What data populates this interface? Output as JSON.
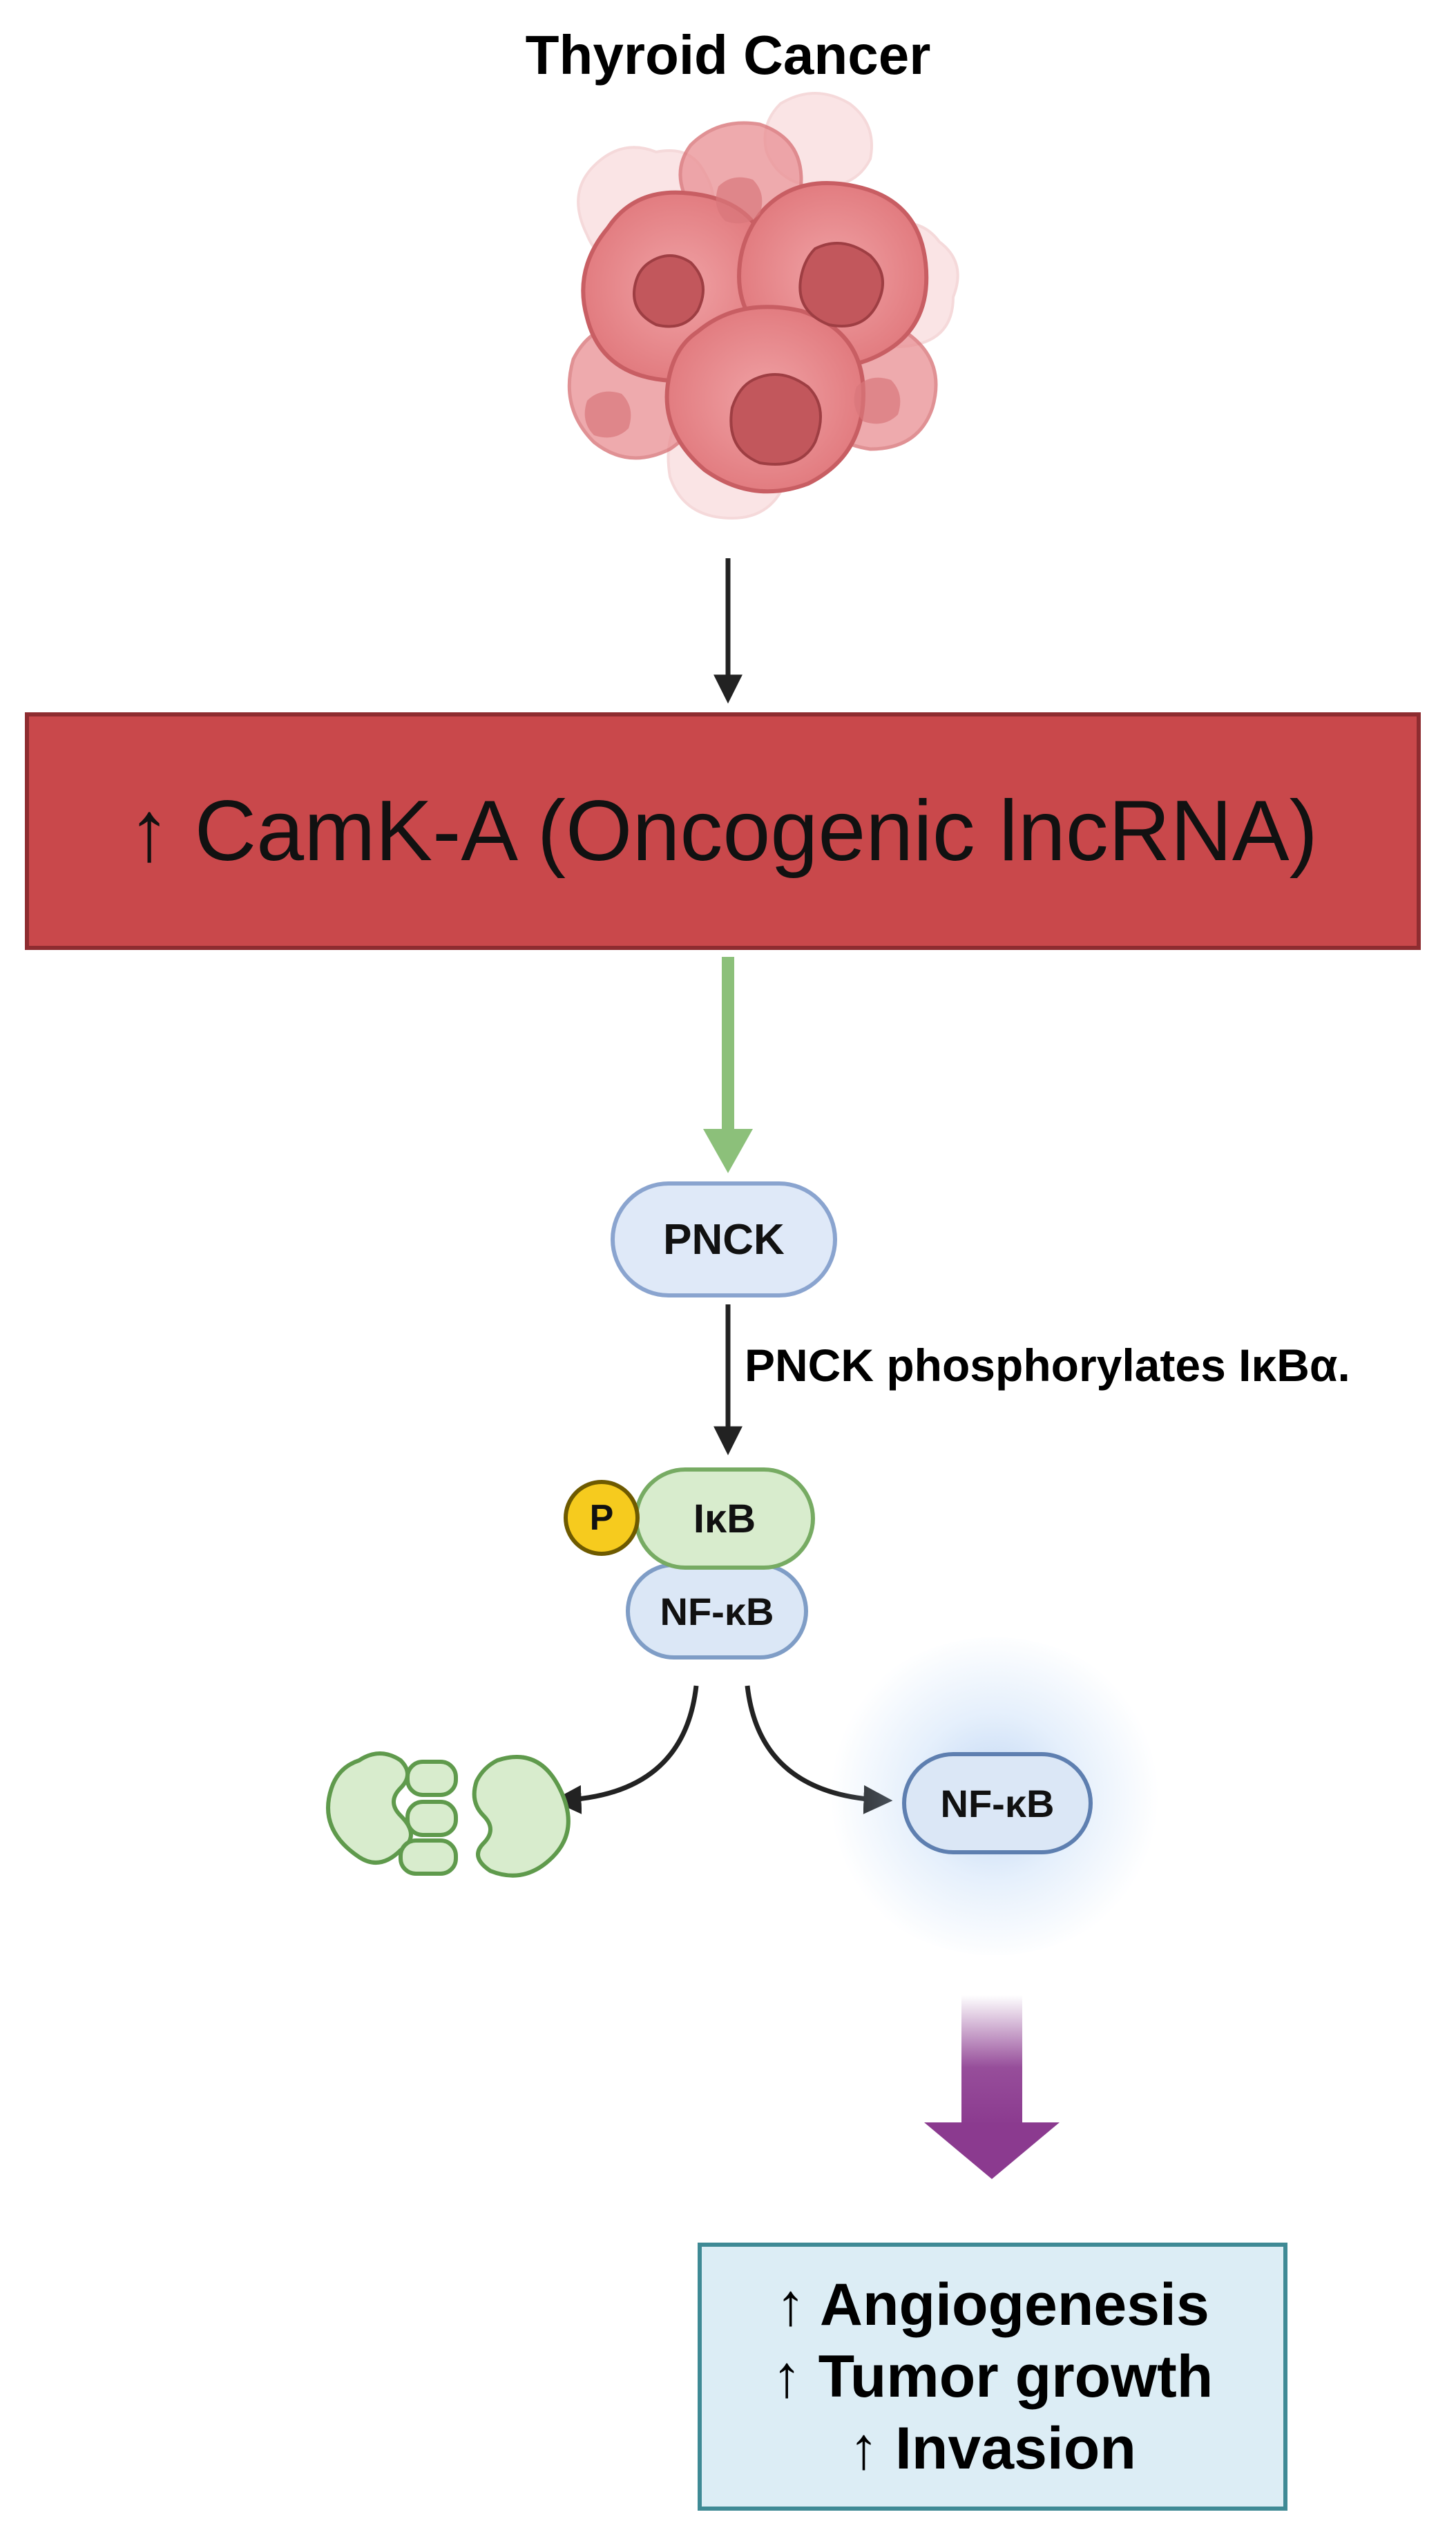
{
  "diagram": {
    "title": "Thyroid Cancer",
    "camk_box": "↑ CamK-A (Oncogenic lncRNA)",
    "pnck_node": "PNCK",
    "phosphorylation_label": "PNCK phosphorylates IκBα.",
    "phospho_badge": "P",
    "ikb_node": "IκB",
    "nfkb_complex_node": "NF-κB",
    "nfkb_free_node": "NF-κB",
    "outcomes": [
      "↑ Angiogenesis",
      "↑ Tumor growth",
      "↑ Invasion"
    ],
    "colors": {
      "camk_fill": "#c9484b",
      "camk_border": "#8e2c30",
      "activation_arrow": "#8cc07a",
      "outcome_arrow": "#8b3a8f",
      "outcome_fill": "#dcedf5",
      "outcome_border": "#3f8a95",
      "cancer_cell": "#e9888c",
      "phospho": "#f6cb1e"
    },
    "icons": {
      "cancer_cells": "cancer-cell-cluster-icon",
      "degraded_ikb": "degraded-protein-fragments-icon"
    }
  }
}
